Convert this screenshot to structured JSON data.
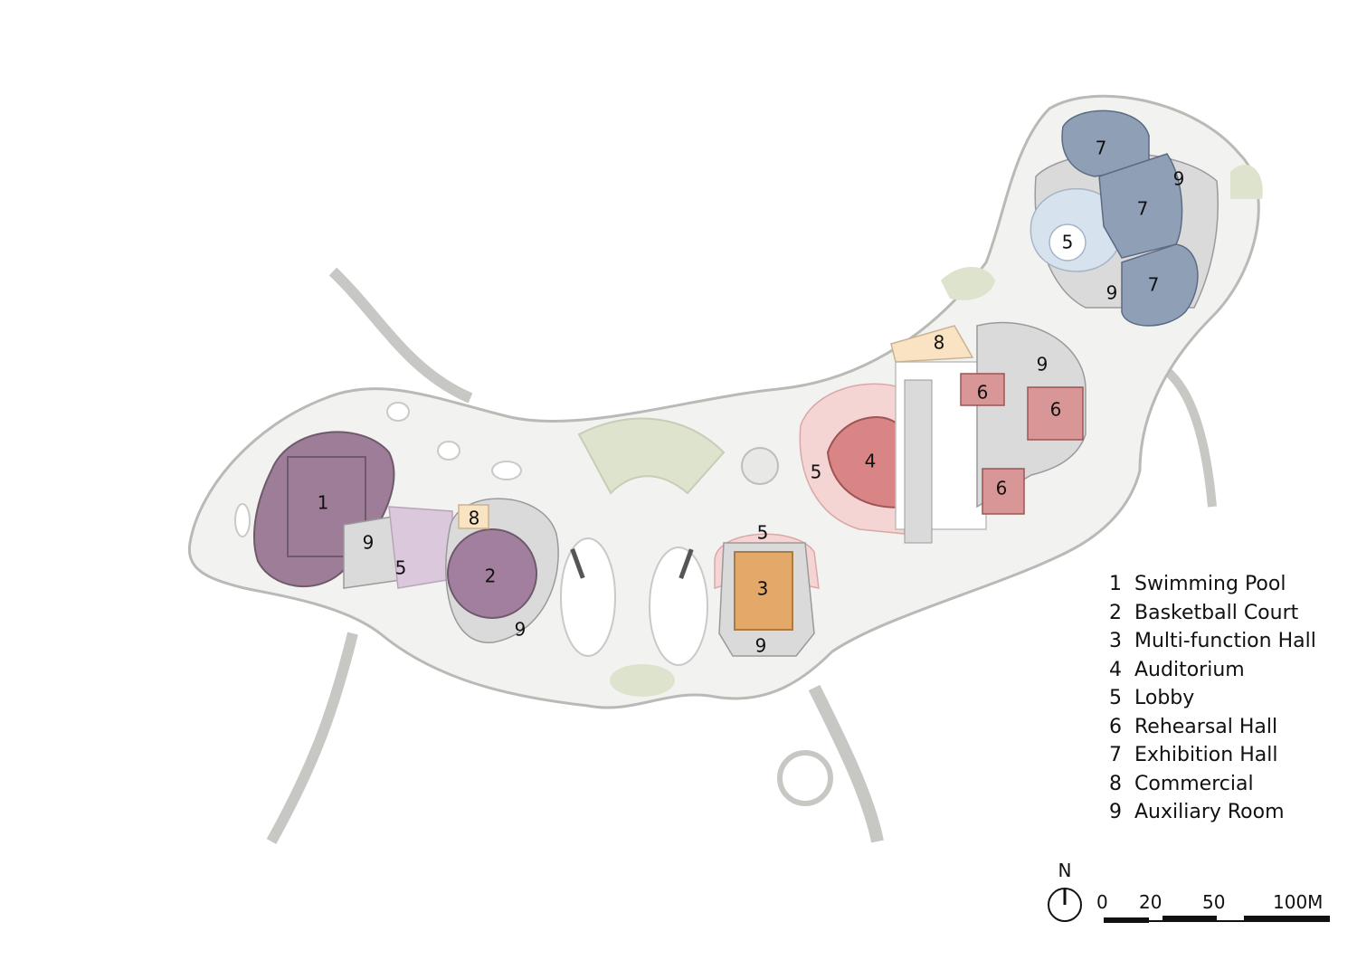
{
  "zones": {
    "swimming_pool": "1",
    "basketball_court": "2",
    "multi_function_hall": "3",
    "auditorium": "4",
    "lobby": "5",
    "rehearsal_hall": "6",
    "exhibition_hall": "7",
    "commercial": "8",
    "auxiliary_room": "9"
  },
  "legend": {
    "items": [
      {
        "num": "1",
        "label": "Swimming Pool"
      },
      {
        "num": "2",
        "label": "Basketball Court"
      },
      {
        "num": "3",
        "label": "Multi-function Hall"
      },
      {
        "num": "4",
        "label": "Auditorium"
      },
      {
        "num": "5",
        "label": "Lobby"
      },
      {
        "num": "6",
        "label": "Rehearsal Hall"
      },
      {
        "num": "7",
        "label": "Exhibition Hall"
      },
      {
        "num": "8",
        "label": "Commercial"
      },
      {
        "num": "9",
        "label": "Auxiliary Room"
      }
    ]
  },
  "north": {
    "letter": "N"
  },
  "scale": {
    "ticks": [
      "0",
      "20",
      "50",
      "100M"
    ]
  },
  "colors": {
    "site": "#f2f2f0",
    "site_outline": "#b9b9b6",
    "swimming_pool": "#9d7d97",
    "basketball_court": "#a27f9e",
    "lobby_west": "#dcc8dc",
    "multi_function_hall": "#e4a868",
    "lobby_pink": "#f5d4d4",
    "auditorium": "#d98585",
    "rehearsal_hall": "#d99696",
    "exhibition_hall": "#8e9fb6",
    "lobby_east": "#d6e2ee",
    "commercial": "#fae3c2",
    "landscape": "#dde3cc",
    "auxiliary": "#dadada"
  }
}
